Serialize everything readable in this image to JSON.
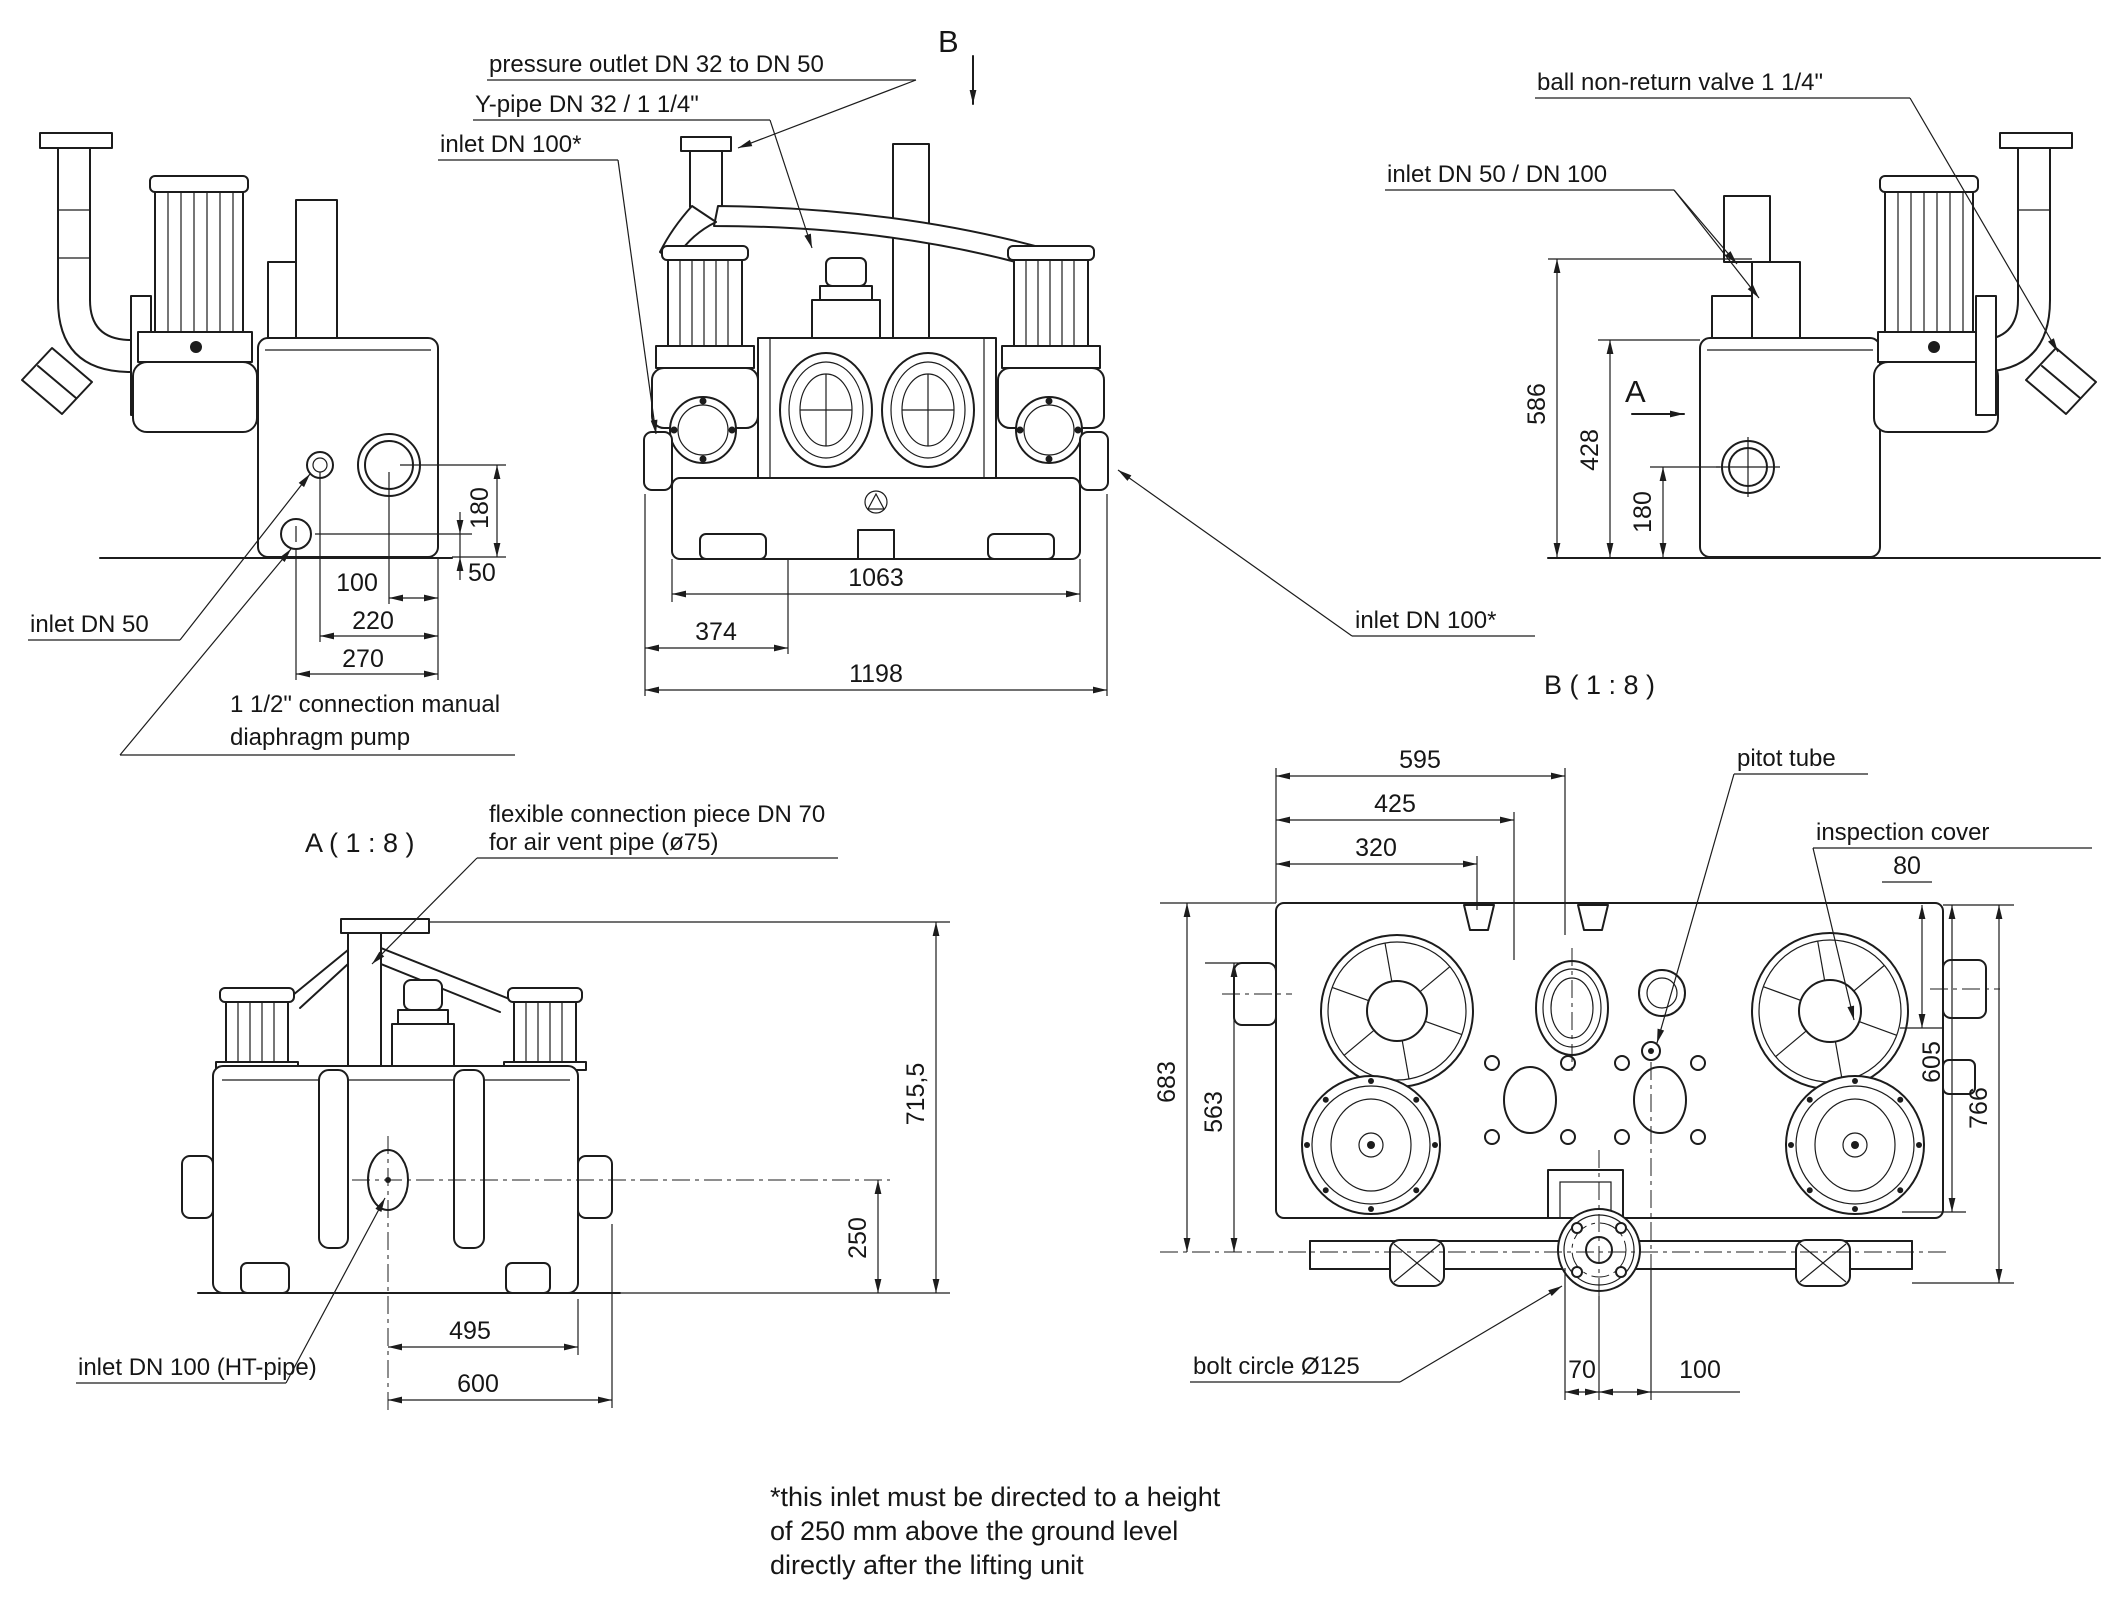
{
  "views": {
    "side_left": {
      "labels": {
        "inlet_dn50": "inlet DN 50",
        "diaphragm_line1": "1 1/2\" connection manual",
        "diaphragm_line2": "diaphragm pump"
      },
      "dims": {
        "d180": "180",
        "d50": "50",
        "d100": "100",
        "d220": "220",
        "d270": "270"
      }
    },
    "front": {
      "labels": {
        "pressure_outlet": "pressure outlet DN 32 to DN 50",
        "y_pipe": "Y-pipe DN 32 / 1 1/4\"",
        "inlet_dn100_left": "inlet DN 100*",
        "inlet_dn100_right": "inlet DN 100*",
        "section_marker": "B"
      },
      "dims": {
        "d1063": "1063",
        "d374": "374",
        "d1198": "1198"
      }
    },
    "side_right": {
      "labels": {
        "ball_valve": "ball non-return valve 1 1/4\"",
        "inlet_dn50_dn100": "inlet DN 50 / DN 100",
        "section_marker": "A"
      },
      "dims": {
        "d586": "586",
        "d428": "428",
        "d180": "180"
      }
    },
    "section_a": {
      "title": "A ( 1 : 8 )",
      "labels": {
        "flex_line1": "flexible connection piece DN 70",
        "flex_line2": "for air vent pipe (ø75)",
        "inlet_ht": "inlet DN 100 (HT-pipe)"
      },
      "dims": {
        "d715": "715,5",
        "d250": "250",
        "d495": "495",
        "d600": "600"
      }
    },
    "section_b": {
      "title": "B ( 1 : 8 )",
      "labels": {
        "pitot": "pitot tube",
        "inspection": "inspection cover",
        "bolt_circle": "bolt circle Ø125"
      },
      "dims": {
        "d595": "595",
        "d425": "425",
        "d320": "320",
        "d80": "80",
        "d683": "683",
        "d563": "563",
        "d605": "605",
        "d766": "766",
        "d70": "70",
        "d100": "100"
      }
    }
  },
  "footnote": {
    "line1": "*this inlet must be directed to a height",
    "line2": "of 250 mm above the ground level",
    "line3": "directly after the lifting unit"
  },
  "colors": {
    "line": "#1c1c1c",
    "background": "#ffffff"
  }
}
